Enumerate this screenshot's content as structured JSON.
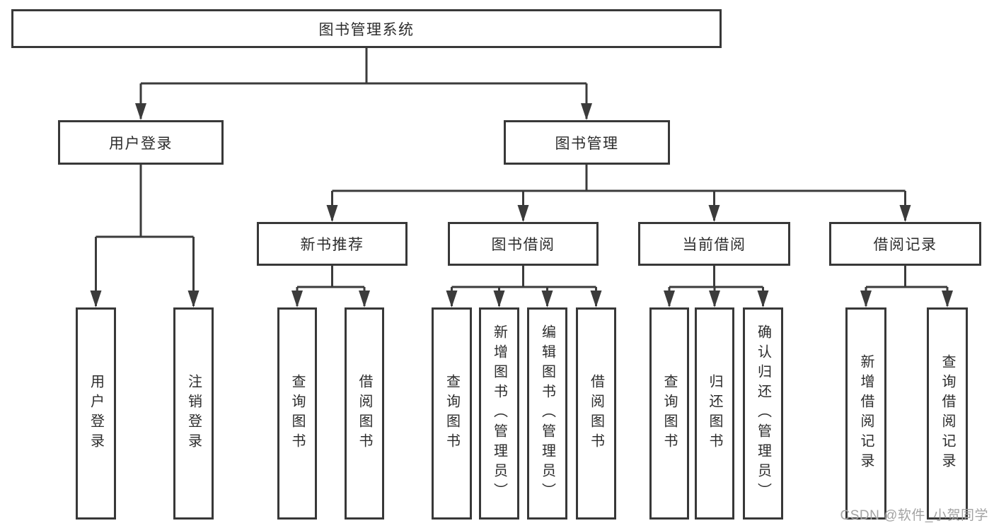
{
  "tree": {
    "root": "图书管理系统",
    "l2": [
      "用户登录",
      "图书管理"
    ],
    "l3": [
      "新书推荐",
      "图书借阅",
      "当前借阅",
      "借阅记录"
    ],
    "user_leaves": [
      "用户登录",
      "注销登录"
    ],
    "newbook_leaves": [
      "查询图书",
      "借阅图书"
    ],
    "borrow_leaves": [
      "查询图书",
      "新增图书（管理员）",
      "编辑图书（管理员）",
      "借阅图书"
    ],
    "current_leaves": [
      "查询图书",
      "归还图书",
      "确认归还（管理员）"
    ],
    "record_leaves": [
      "新增借阅记录",
      "查询借阅记录"
    ]
  },
  "watermark": "CSDN @软件_小贺同学",
  "colors": {
    "line": "#3b3b3b",
    "border": "#383838",
    "text": "#2d2d2d",
    "watermark": "#a3a3a3",
    "background": "#ffffff"
  }
}
